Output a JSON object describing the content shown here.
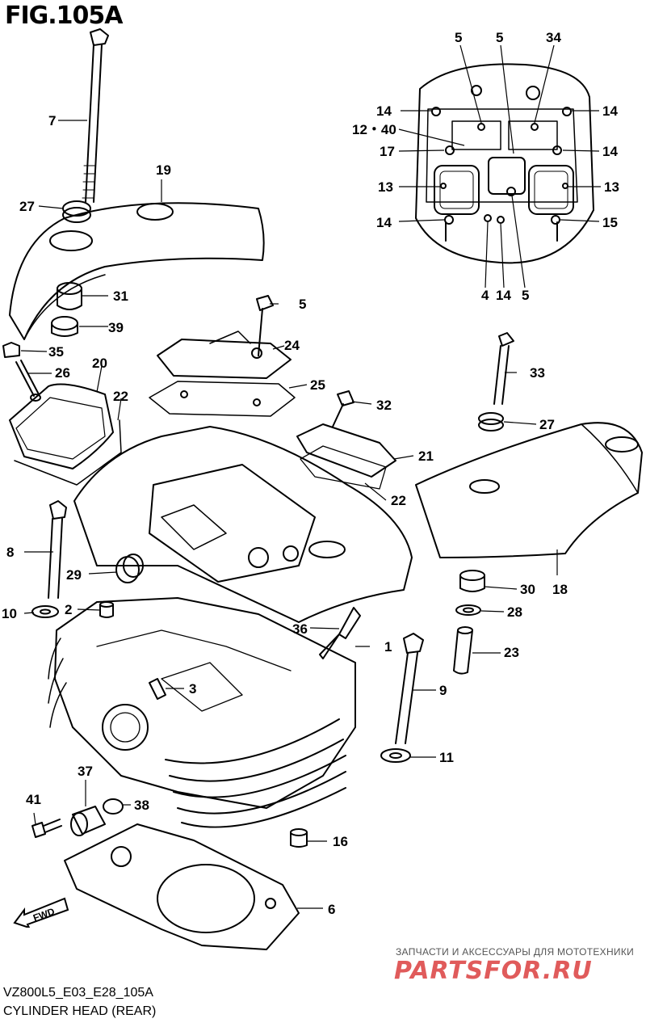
{
  "figure": {
    "title": "FIG.105A",
    "model_code": "VZ800L5_E03_E28_105A",
    "caption": "CYLINDER HEAD (REAR)",
    "fwd_label": "FWD"
  },
  "watermark": {
    "tagline": "ЗАПЧАСТИ И АКСЕССУАРЫ ДЛЯ МОТОТЕХНИКИ",
    "logo": "PARTSFOR.RU"
  },
  "callouts": {
    "c1": "1",
    "c2": "2",
    "c3": "3",
    "c4": "4",
    "c5a": "5",
    "c5b": "5",
    "c5c": "5",
    "c5d": "5",
    "c6": "6",
    "c7": "7",
    "c8": "8",
    "c9": "9",
    "c10": "10",
    "c11": "11",
    "c12_40": "12・40",
    "c13a": "13",
    "c13b": "13",
    "c14a": "14",
    "c14b": "14",
    "c14c": "14",
    "c14d": "14",
    "c14e": "14",
    "c15": "15",
    "c16": "16",
    "c17": "17",
    "c18": "18",
    "c19": "19",
    "c20": "20",
    "c21": "21",
    "c22a": "22",
    "c22b": "22",
    "c23": "23",
    "c24": "24",
    "c25": "25",
    "c26": "26",
    "c27a": "27",
    "c27b": "27",
    "c28": "28",
    "c29": "29",
    "c30": "30",
    "c31": "31",
    "c32": "32",
    "c33": "33",
    "c34": "34",
    "c35": "35",
    "c36": "36",
    "c37": "37",
    "c38": "38",
    "c39": "39",
    "c41": "41"
  }
}
